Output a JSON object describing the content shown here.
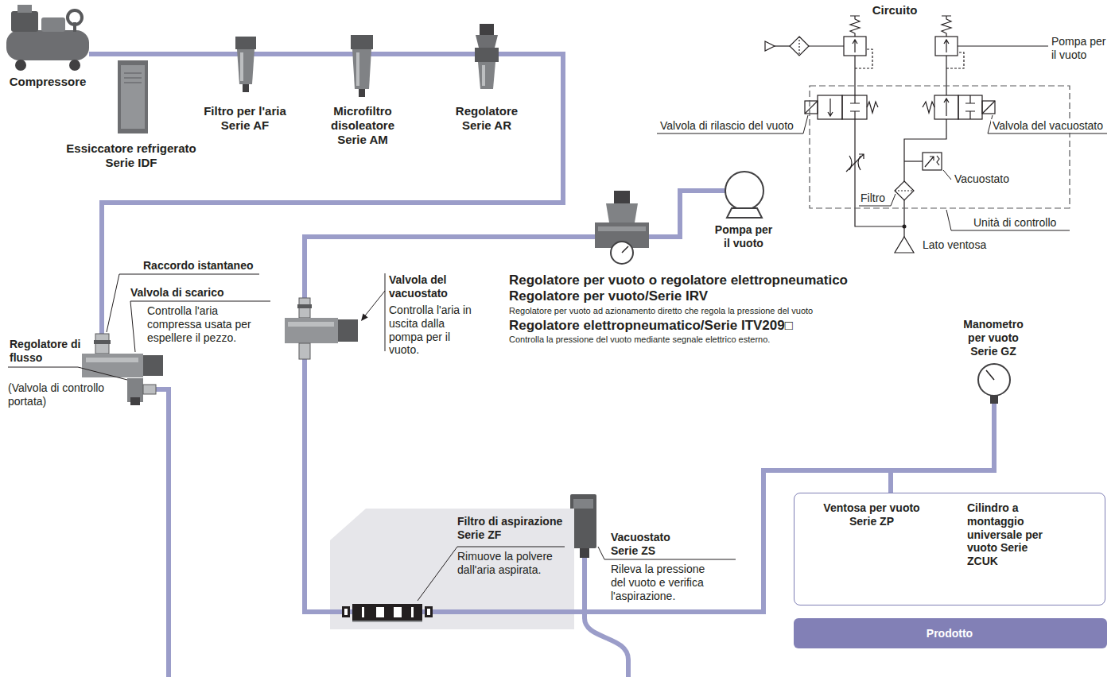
{
  "diagram": {
    "nodes": [
      {
        "text": [
          "Filtro di aspirazione Serie ZF",
          "Rimuove la polvere dall'aria aspirata."
        ]
      },
      {
        "text": [
          "Ventosa per vuoto Serie ZP",
          "Cilindro a montaggio universale per vuoto Serie ZCUK"
        ]
      },
      {
        "text": [
          "Prodotto"
        ]
      }
    ],
    "edges": [
      {
        "from": 0,
        "to": 1,
        "arrow": "none"
      }
    ],
    "labels": [
      "Compressore",
      "Essiccatore refrigerato Serie IDF",
      "Filtro per l'aria Serie AF",
      "Microfiltro disoleatore Serie AM",
      "Regolatore Serie AR",
      "Circuito",
      "Pompa per il vuoto",
      "Valvola di rilascio del vuoto",
      "Valvola del vacuostato",
      "Filtro",
      "Vacuostato",
      "Unità di controllo",
      "Lato ventosa",
      "Pompa per il vuoto",
      "Raccordo istantaneo",
      "Valvola del vacuostato",
      "Controlla l'aria in uscita dalla pompa per il vuoto.",
      "Valvola di scarico",
      "Controlla l'aria compressa usata per espellere il pezzo.",
      "Regolatore di flusso",
      "(Valvola di controllo portata)",
      "Regolatore per vuoto o regolatore elettropneumatico",
      "Regolatore per vuoto/Serie IRV",
      "Regolatore per vuoto ad azionamento diretto che regola la pressione del vuoto",
      "Regolatore elettropneumatico/Serie ITV209□",
      "Controlla la pressione del vuoto mediante segnale elettrico esterno.",
      "Manometro per vuoto Serie GZ",
      "Vacuostato Serie ZS",
      "Rileva la pressione del vuoto e verifica l'aspirazione."
    ]
  }
}
